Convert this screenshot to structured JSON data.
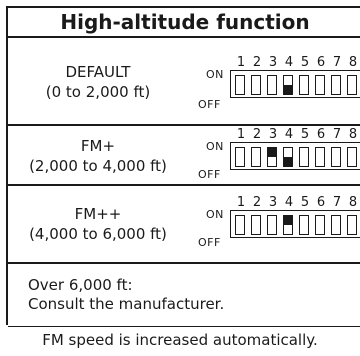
{
  "title": "High-altitude function",
  "rows": [
    {
      "name_line1": "DEFAULT",
      "name_line2": "(0 to 2,000 ft)",
      "on_label": "ON",
      "off_label": "OFF",
      "switch_numbers": [
        "1",
        "2",
        "3",
        "4",
        "5",
        "6",
        "7",
        "8"
      ],
      "switch_states": [
        "off",
        "off",
        "off",
        "off",
        "off",
        "off",
        "off",
        "off"
      ],
      "highlighted": [
        4
      ]
    },
    {
      "name_line1": "FM+",
      "name_line2": "(2,000 to 4,000 ft)",
      "on_label": "ON",
      "off_label": "OFF",
      "switch_numbers": [
        "1",
        "2",
        "3",
        "4",
        "5",
        "6",
        "7",
        "8"
      ],
      "switch_states": [
        "off",
        "off",
        "on",
        "off",
        "off",
        "off",
        "off",
        "off"
      ],
      "highlighted": [
        3,
        4
      ]
    },
    {
      "name_line1": "FM++",
      "name_line2": "(4,000 to 6,000 ft)",
      "on_label": "ON",
      "off_label": "OFF",
      "switch_numbers": [
        "1",
        "2",
        "3",
        "4",
        "5",
        "6",
        "7",
        "8"
      ],
      "switch_states": [
        "off",
        "off",
        "off",
        "on",
        "off",
        "off",
        "off",
        "off"
      ],
      "highlighted": [
        4
      ]
    }
  ],
  "over": {
    "line1": "Over 6,000 ft:",
    "line2": "Consult the manufacturer."
  },
  "footer": "FM speed is increased automatically."
}
